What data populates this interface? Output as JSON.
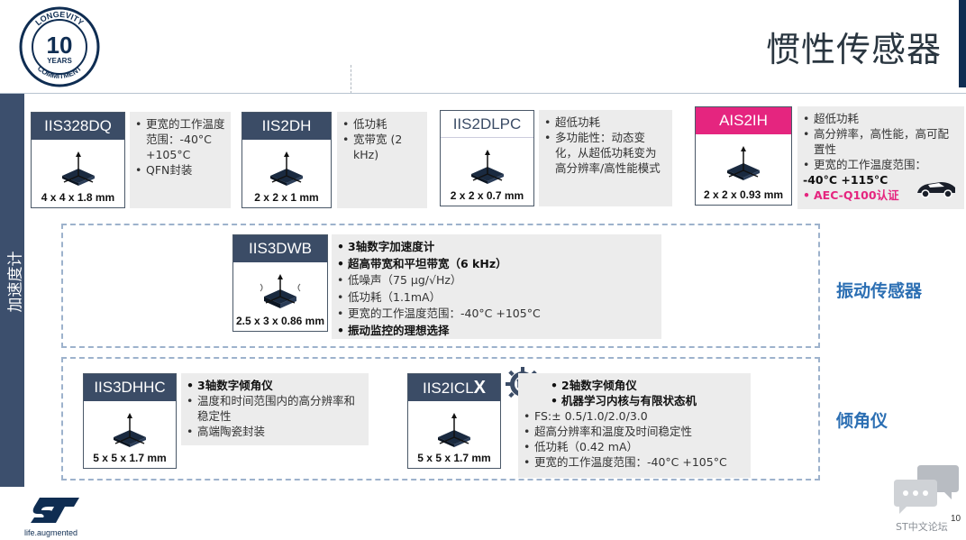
{
  "title": "惯性传感器",
  "side_label": "加速度计",
  "longevity": {
    "top": "LONGEVITY",
    "number": "10",
    "years": "YEARS",
    "bottom": "COMMITMENT"
  },
  "cards": {
    "iis328dq": {
      "name": "IIS328DQ",
      "dim": "4 x 4 x 1.8 mm",
      "features": [
        "更宽的工作温度范围：-40°C +105°C",
        "QFN封装"
      ]
    },
    "iis2dh": {
      "name": "IIS2DH",
      "dim": "2 x 2 x 1 mm",
      "features": [
        "低功耗",
        "宽带宽 (2 kHz)"
      ]
    },
    "iis2dlpc": {
      "name": "IIS2DLPC",
      "dim": "2 x 2 x 0.7 mm",
      "features": [
        "超低功耗",
        "多功能性：动态变化，从超低功耗变为高分辨率/高性能模式"
      ]
    },
    "ais2ih": {
      "name": "AIS2IH",
      "dim": "2 x 2 x 0.93 mm",
      "features": [
        "超低功耗",
        "高分辨率，高性能，高可配置性",
        "更宽的工作温度范围："
      ],
      "temp": "-40°C +115°C",
      "cert": "AEC-Q100认证"
    },
    "iis3dwb": {
      "name": "IIS3DWB",
      "dim": "2.5 x 3 x 0.86 mm",
      "features": [
        "3轴数字加速度计",
        "超高带宽和平坦带宽（6 kHz）",
        "低噪声（75 µg/√Hz）",
        "低功耗（1.1mA）",
        "更宽的工作温度范围：-40°C +105°C",
        "振动监控的理想选择"
      ]
    },
    "iis3dhhc": {
      "name": "IIS3DHHC",
      "dim": "5 x 5 x 1.7 mm",
      "features": [
        "3轴数字倾角仪",
        "温度和时间范围内的高分辨率和稳定性",
        "高端陶瓷封装"
      ]
    },
    "iis2iclx": {
      "name": "IIS2ICL",
      "name_suffix": "X",
      "dim": "5 x 5 x 1.7 mm",
      "features": [
        "2轴数字倾角仪",
        "机器学习内核与有限状态机",
        "FS:± 0.5/1.0/2.0/3.0",
        "超高分辨率和温度及时间稳定性",
        "低功耗（0.42 mA）",
        "更宽的工作温度范围：-40°C +105°C"
      ]
    }
  },
  "groups": {
    "vibration": "振动传感器",
    "inclinometer": "倾角仪"
  },
  "footer": {
    "tagline": "life.augmented",
    "page": "10",
    "forum": "ST中文论坛"
  },
  "colors": {
    "navy": "#3b4c66",
    "pink": "#e5257f",
    "accent_blue": "#2c6fb3"
  }
}
